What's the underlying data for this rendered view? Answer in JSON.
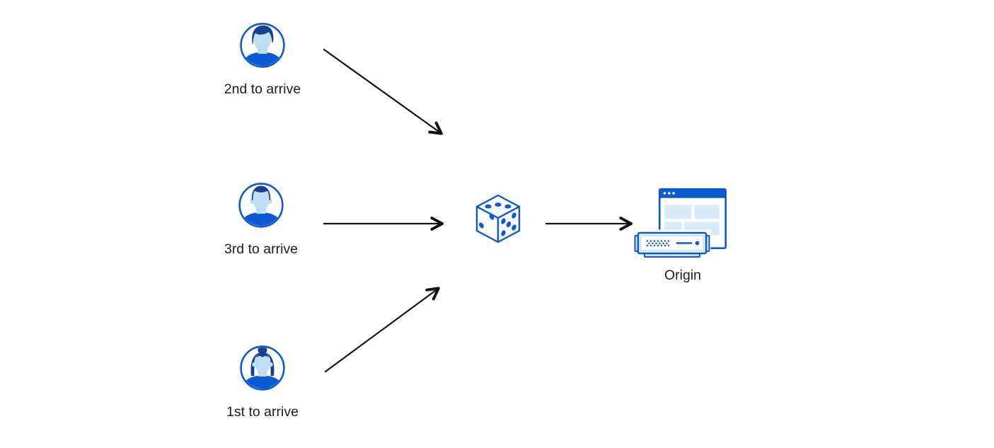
{
  "diagram": {
    "title": "random request arrival order steering to a single origin",
    "clients": [
      {
        "id": "client-2nd",
        "label": "2nd to arrive",
        "avatar": "man-pompadour"
      },
      {
        "id": "client-3rd",
        "label": "3rd to arrive",
        "avatar": "man-short-hair"
      },
      {
        "id": "client-1st",
        "label": "1st to arrive",
        "avatar": "woman-bun"
      }
    ],
    "randomizer": {
      "icon": "dice-icon",
      "die_faces": {
        "top_pips": 3,
        "left_pips": 2,
        "right_pips": 5
      }
    },
    "origin": {
      "label": "Origin",
      "icon": "origin-icon",
      "parts": [
        "browser-window",
        "rack-server"
      ]
    },
    "arrows": [
      {
        "from": "client-2nd",
        "to": "randomizer",
        "direction": "down-right"
      },
      {
        "from": "client-3rd",
        "to": "randomizer",
        "direction": "right"
      },
      {
        "from": "client-1st",
        "to": "randomizer",
        "direction": "up-right"
      },
      {
        "from": "randomizer",
        "to": "origin",
        "direction": "right"
      }
    ],
    "colors": {
      "accent_blue": "#0b5ad4",
      "dark_navy": "#17418f",
      "face_light_blue": "#bfddf4",
      "pale_blue": "#d9eaf8",
      "arrow_black": "#121212",
      "text": "#1d1d1f",
      "background": "#ffffff"
    }
  }
}
